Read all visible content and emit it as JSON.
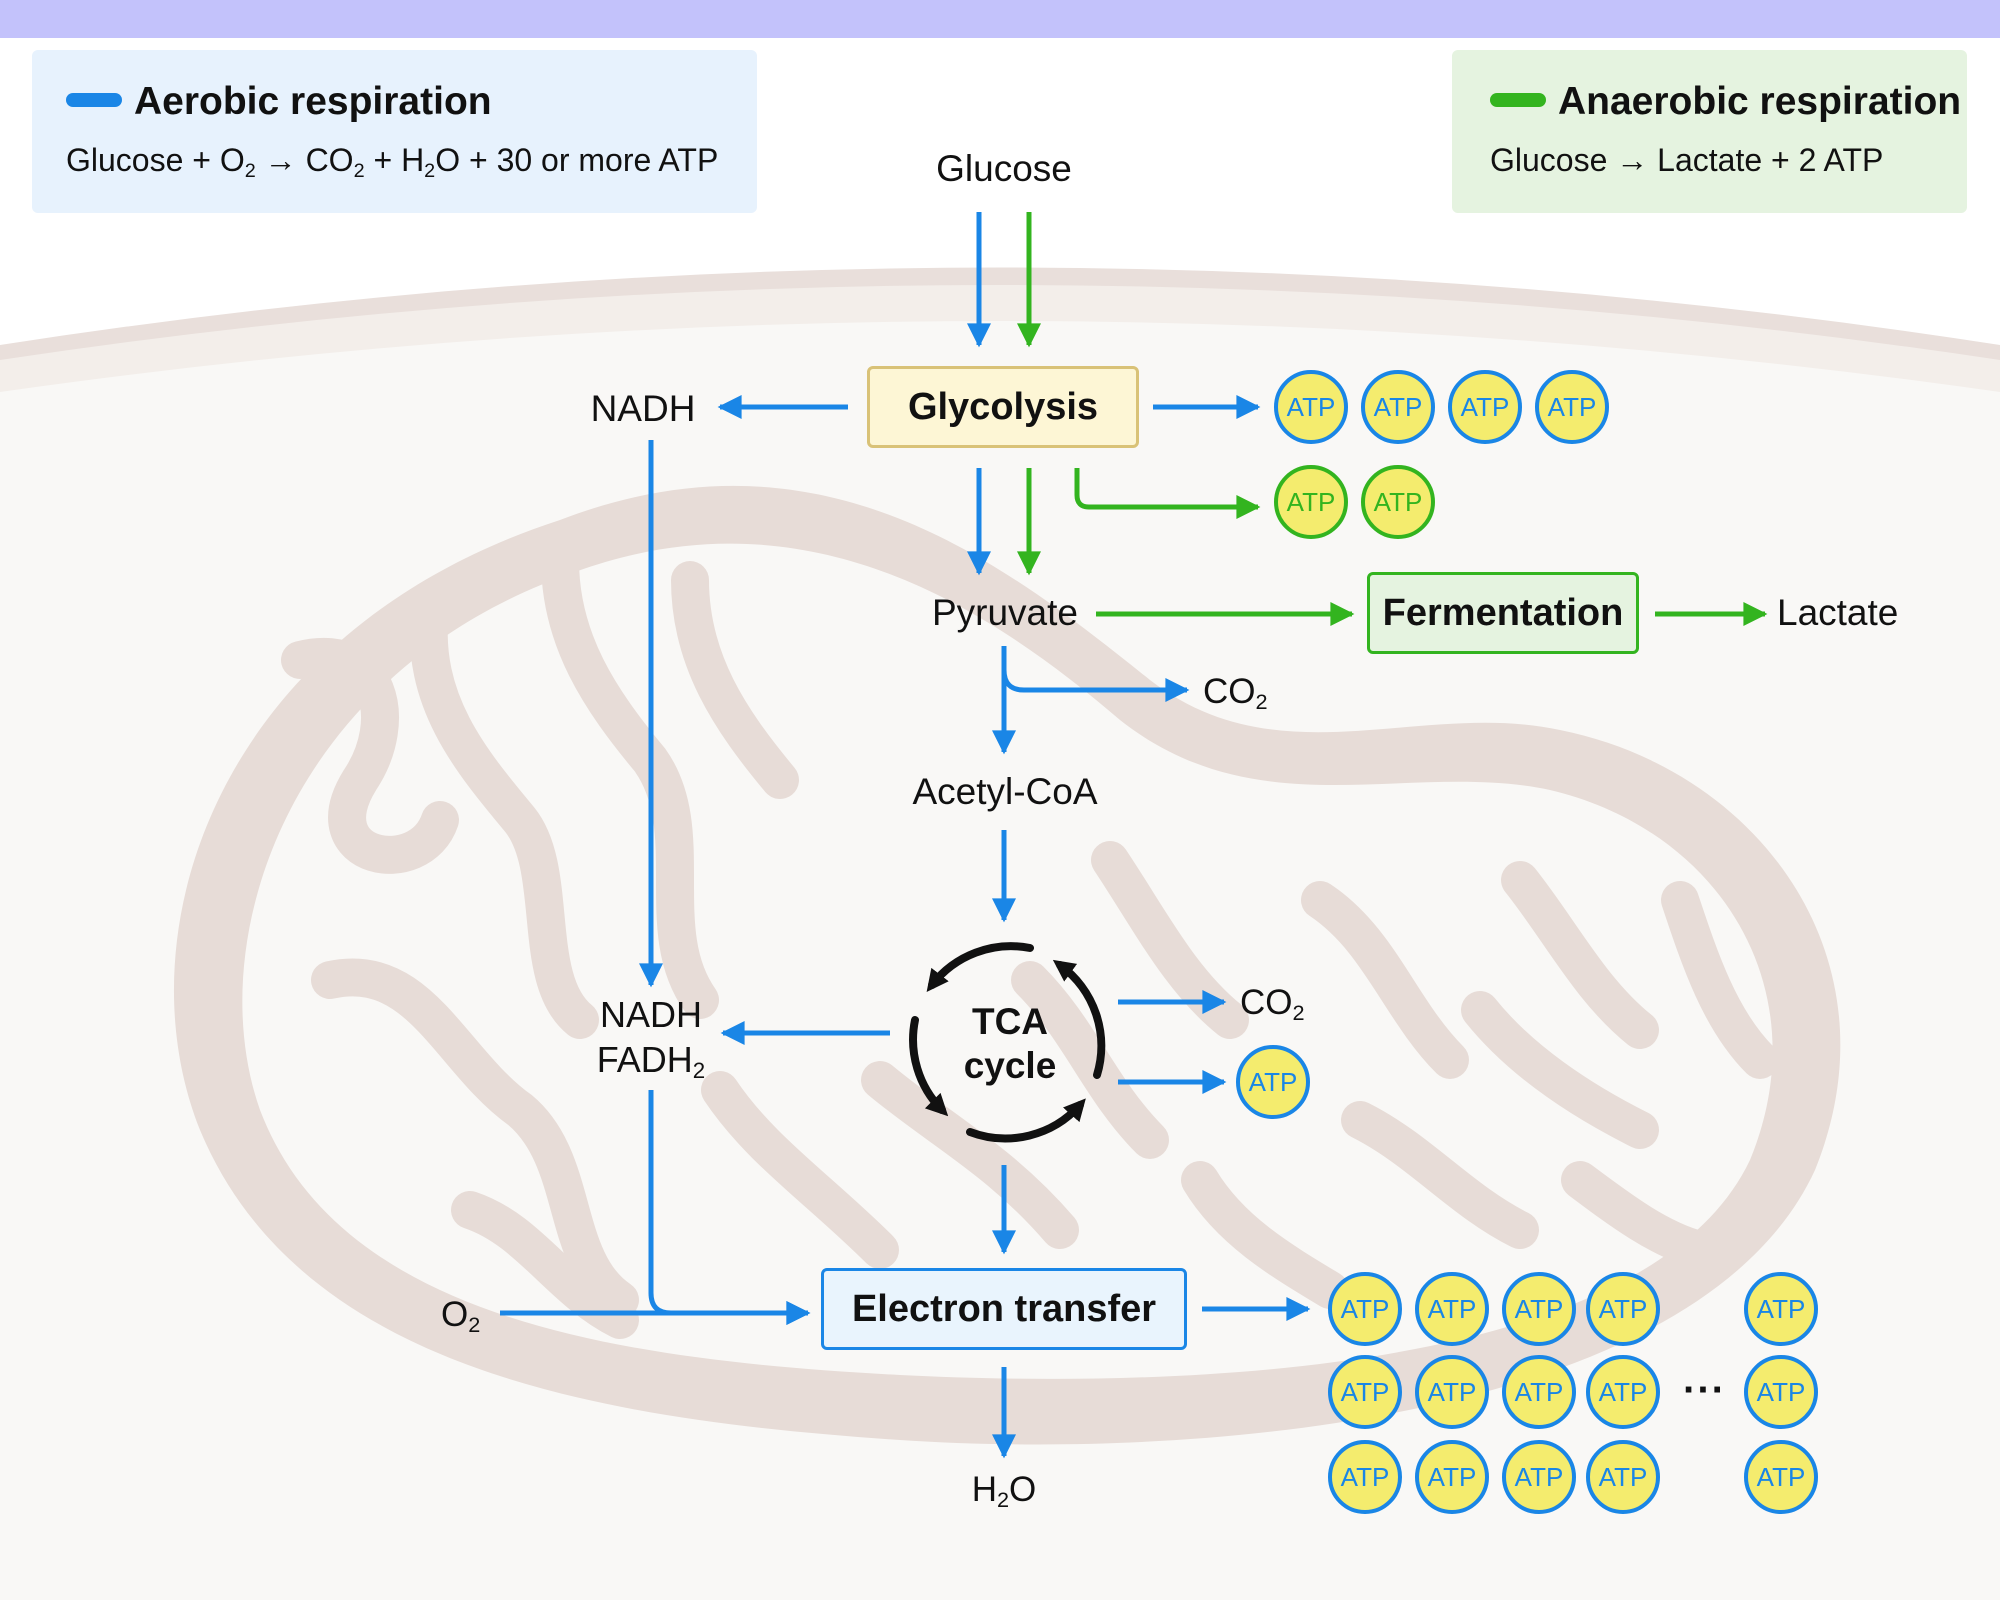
{
  "legend": {
    "aerobic": {
      "title": "Aerobic respiration",
      "eq_parts": [
        "Glucose + O",
        "2",
        " → CO",
        "2",
        " + H",
        "2",
        "O + 30 or more ATP"
      ]
    },
    "anaerobic": {
      "title": "Anaerobic respiration",
      "equation": "Glucose → Lactate + 2 ATP"
    }
  },
  "nodes": {
    "glucose": "Glucose",
    "glycolysis": "Glycolysis",
    "nadh_top": "NADH",
    "pyruvate": "Pyruvate",
    "fermentation": "Fermentation",
    "lactate": "Lactate",
    "co2_pyruvate": {
      "main": "CO",
      "sub": "2"
    },
    "acetyl_coa": "Acetyl-CoA",
    "tca": {
      "line1": "TCA",
      "line2": "cycle"
    },
    "nadh_bottom": "NADH",
    "fadh2": {
      "main": "FADH",
      "sub": "2"
    },
    "co2_tca": {
      "main": "CO",
      "sub": "2"
    },
    "o2": {
      "main": "O",
      "sub": "2"
    },
    "electron_transfer": "Electron transfer",
    "h2o": {
      "pre": "H",
      "sub": "2",
      "post": "O"
    },
    "ellipsis": "···"
  },
  "atp_label": "ATP",
  "atp_counts": {
    "glycolysis_aerobic": 4,
    "glycolysis_anaerobic": 2,
    "tca": 1,
    "electron_transfer_visible": 15
  },
  "colors": {
    "aerobic": "#1a86e6",
    "anaerobic": "#33b41f",
    "atp_fill": "#f4ec6e",
    "glycolysis_box": "#fdf6d5",
    "fermentation_box": "#e5f3e0",
    "electron_box": "#e9f4fd",
    "top_band": "#c3c2fb"
  }
}
